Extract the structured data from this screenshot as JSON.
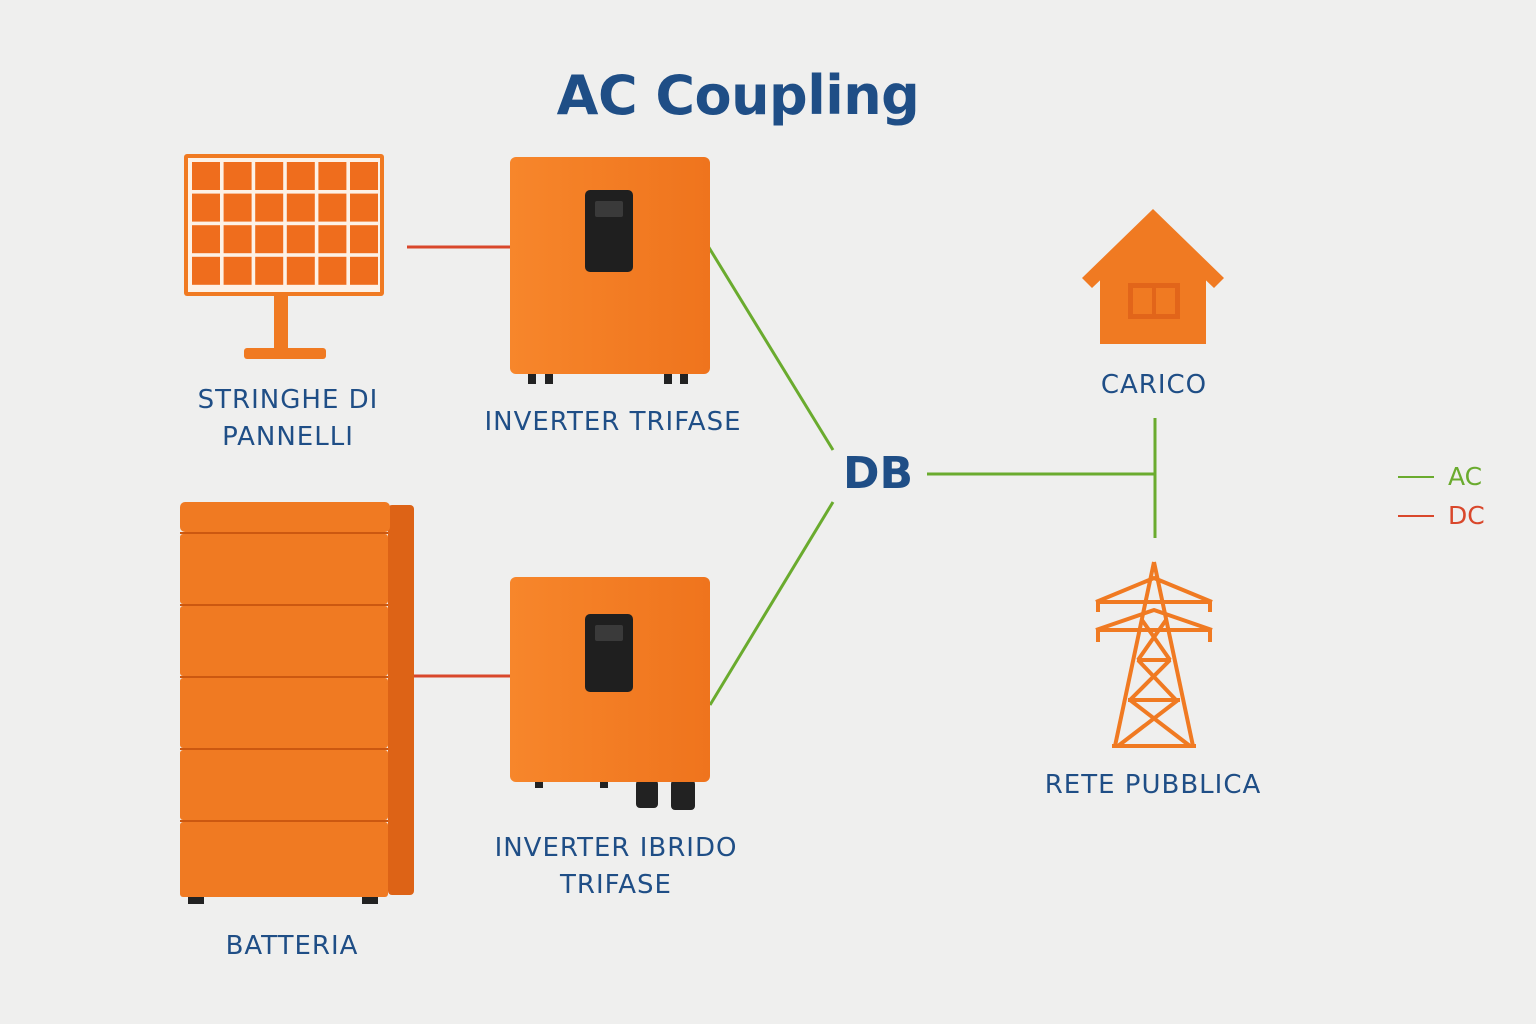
{
  "title": "AC Coupling",
  "nodes": {
    "panels": {
      "label_line1": "STRINGHE DI",
      "label_line2": "PANNELLI"
    },
    "inverter_trifase": {
      "label": "INVERTER TRIFASE"
    },
    "inverter_ibrido": {
      "label_line1": "INVERTER IBRIDO",
      "label_line2": "TRIFASE"
    },
    "battery": {
      "label": "BATTERIA"
    },
    "db": {
      "label": "DB"
    },
    "load": {
      "label": "CARICO"
    },
    "grid": {
      "label": "RETE PUBBLICA"
    }
  },
  "legend": {
    "ac": {
      "label": "AC",
      "color": "#6aab2e"
    },
    "dc": {
      "label": "DC",
      "color": "#d9472b"
    }
  },
  "colors": {
    "device_orange": "#f07a22",
    "text_blue": "#1f4e86",
    "background": "#efefee"
  },
  "connections": [
    {
      "from": "STRINGHE DI PANNELLI",
      "to": "INVERTER TRIFASE",
      "type": "DC"
    },
    {
      "from": "BATTERIA",
      "to": "INVERTER IBRIDO TRIFASE",
      "type": "DC"
    },
    {
      "from": "INVERTER TRIFASE",
      "to": "DB",
      "type": "AC"
    },
    {
      "from": "INVERTER IBRIDO TRIFASE",
      "to": "DB",
      "type": "AC"
    },
    {
      "from": "DB",
      "to": "CARICO",
      "type": "AC"
    },
    {
      "from": "DB",
      "to": "RETE PUBBLICA",
      "type": "AC"
    }
  ]
}
